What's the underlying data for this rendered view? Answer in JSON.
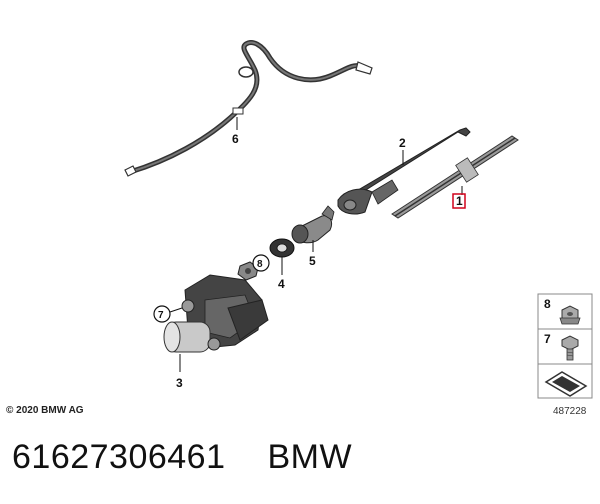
{
  "diagram": {
    "callouts": {
      "c1": "1",
      "c2": "2",
      "c3": "3",
      "c4": "4",
      "c5": "5",
      "c6": "6",
      "c7": "7",
      "c8": "8"
    },
    "legend": {
      "item_top": "8",
      "item_bottom": "7"
    },
    "copyright": "© 2020 BMW AG",
    "diagram_number": "487228"
  },
  "footer": {
    "part_number": "61627306461",
    "brand": "BMW"
  },
  "colors": {
    "highlight": "#d0021b",
    "line": "#111111",
    "part_grey": "#555555"
  }
}
